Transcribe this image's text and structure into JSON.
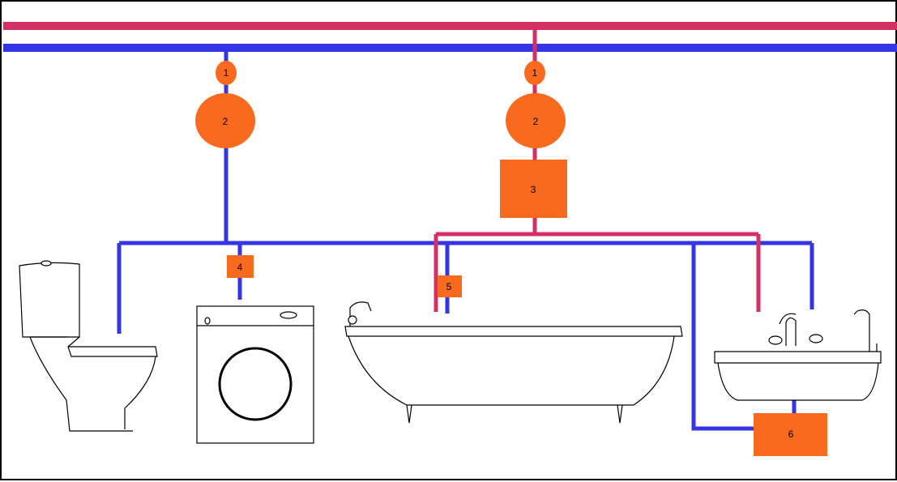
{
  "colors": {
    "hot_pipe": "#d62f63",
    "cold_pipe": "#3535e6",
    "component": "#f96a1f"
  },
  "components": {
    "cold_valve_label": "1",
    "cold_meter_label": "2",
    "hot_valve_label": "1",
    "hot_meter_label": "2",
    "hot_unit_label": "3",
    "washer_unit_label": "4",
    "bath_unit_label": "5",
    "sink_unit_label": "6"
  },
  "fixtures": [
    "toilet-icon",
    "washing-machine-icon",
    "bathtub-icon",
    "sink-icon"
  ]
}
